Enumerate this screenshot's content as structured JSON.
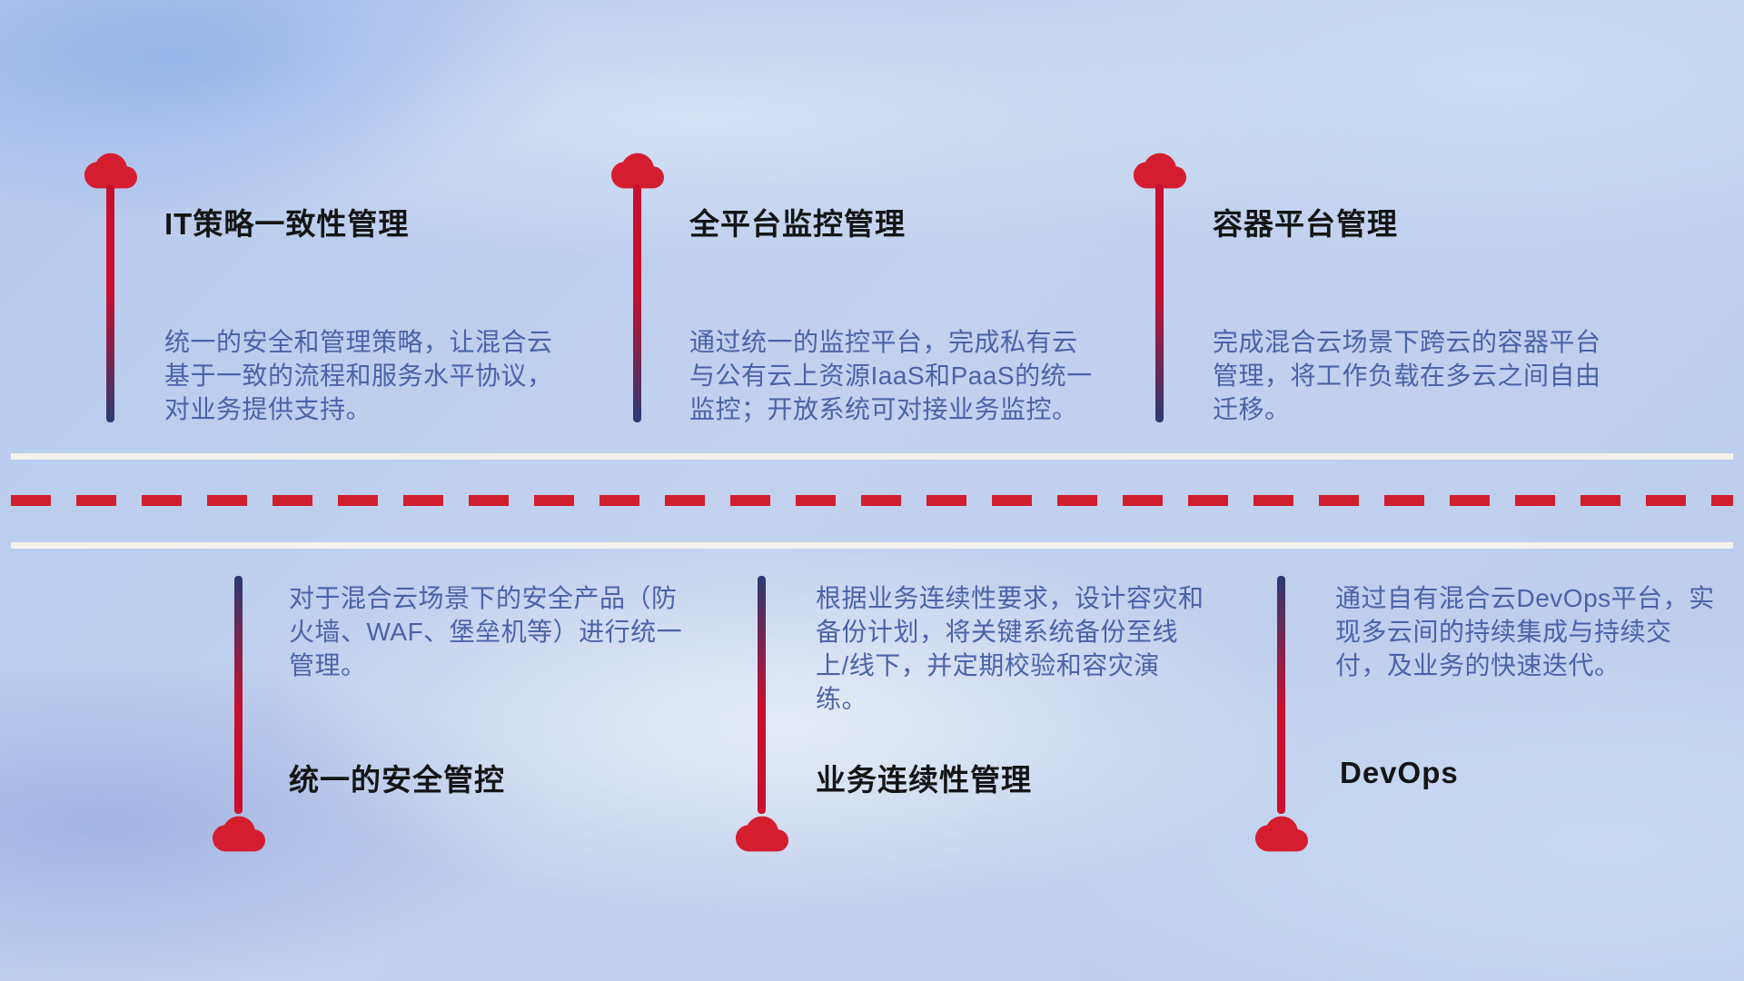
{
  "colors": {
    "cloud_red": "#d41e2f",
    "line_red": "#c8102e",
    "line_navy": "#2b3a72",
    "dash_red": "#cf1f2e",
    "road_white": "#f5f1ec",
    "title_text": "#151515",
    "desc_text": "#4a63a8"
  },
  "items": [
    {
      "title": "IT策略一致性管理",
      "description": "统一的安全和管理策略，让混合云基于一致的流程和服务水平协议，对业务提供支持。"
    },
    {
      "title": "全平台监控管理",
      "description": "通过统一的监控平台，完成私有云与公有云上资源IaaS和PaaS的统一监控；开放系统可对接业务监控。"
    },
    {
      "title": "容器平台管理",
      "description": "完成混合云场景下跨云的容器平台管理，将工作负载在多云之间自由迁移。"
    },
    {
      "title": "统一的安全管控",
      "description": "对于混合云场景下的安全产品（防火墙、WAF、堡垒机等）进行统一管理。"
    },
    {
      "title": "业务连续性管理",
      "description": "根据业务连续性要求，设计容灾和备份计划，将关键系统备份至线上/线下，并定期校验和容灾演练。"
    },
    {
      "title": "DevOps",
      "description": "通过自有混合云DevOps平台，实现多云间的持续集成与持续交付，及业务的快速迭代。"
    }
  ]
}
